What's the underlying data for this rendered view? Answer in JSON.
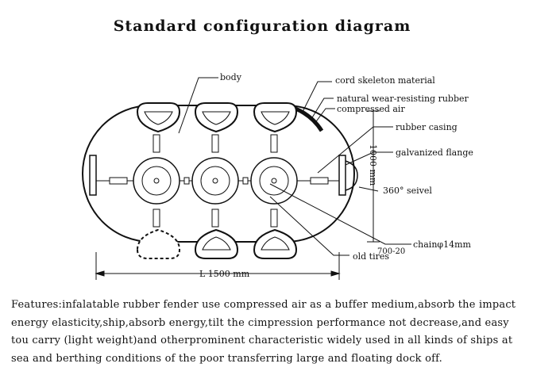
{
  "title": "Standard configuration diagram",
  "labels": {
    "body": "body",
    "cord_skeleton": "cord skeleton material",
    "natural_rubber": "natural wear-resisting rubber",
    "compressed_air": "compressed air",
    "rubber_casing": "rubber casing",
    "galvanized_flange": "galvanized flange",
    "height_dim": "1000 mm",
    "swivel": "360° seivel",
    "chain": "chainφ14mm",
    "tire_size": "700-20",
    "old_tires": "old tires",
    "length_dim": "L 1500 mm"
  },
  "features": [
    "Features:infalatable rubber fender use compressed air as a buffer medium,absorb the impact",
    "energy elasticity,ship,absorb energy,tilt the cimpression performance not decrease,and easy",
    "tou carry (light weight)and otherprominent characteristic widely used in all kinds of ships at",
    "sea and berthing conditions of the poor transferring large and floating dock off."
  ]
}
